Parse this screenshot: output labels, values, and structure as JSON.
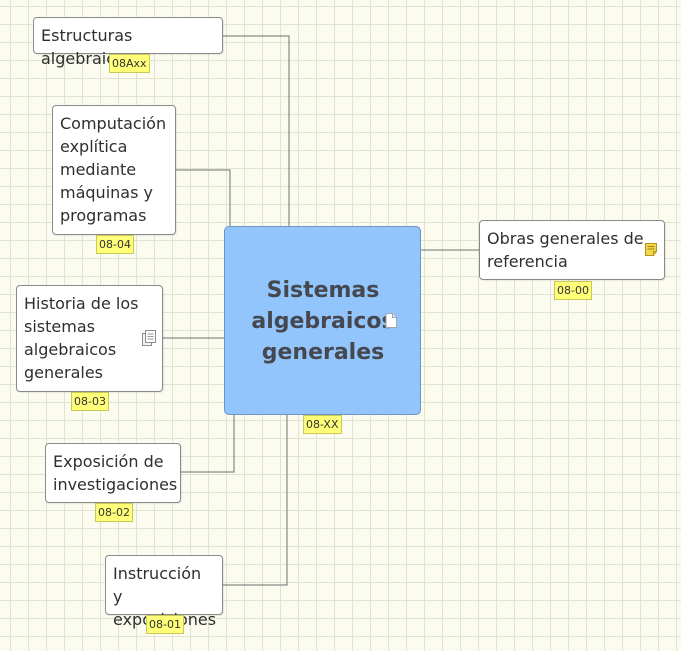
{
  "mindmap": {
    "central": {
      "title_lines": [
        "Sistemas",
        "algebraicos",
        "generales"
      ],
      "tag": "08-XX",
      "icon": "document-icon",
      "color": "#93c5fd"
    },
    "topics": [
      {
        "lines": [
          "Estructuras algebraicas"
        ],
        "tag": "08Axx"
      },
      {
        "lines": [
          "Computación",
          "explítica",
          "mediante",
          "máquinas y",
          "programas"
        ],
        "tag": "08-04"
      },
      {
        "lines": [
          "Historia de los",
          "sistemas",
          "algebraicos",
          "generales"
        ],
        "tag": "08-03",
        "icon": "notes-icon"
      },
      {
        "lines": [
          "Exposición de",
          "investigaciones"
        ],
        "tag": "08-02"
      },
      {
        "lines": [
          "Instrucción y",
          "exposiciones"
        ],
        "tag": "08-01"
      },
      {
        "lines": [
          "Obras generales de",
          "referencia"
        ],
        "tag": "08-00",
        "icon": "sticky-note-icon"
      }
    ],
    "colors": {
      "background": "#fbfbef",
      "grid": "#dfe3cf",
      "tag": "#ffff7a"
    }
  }
}
